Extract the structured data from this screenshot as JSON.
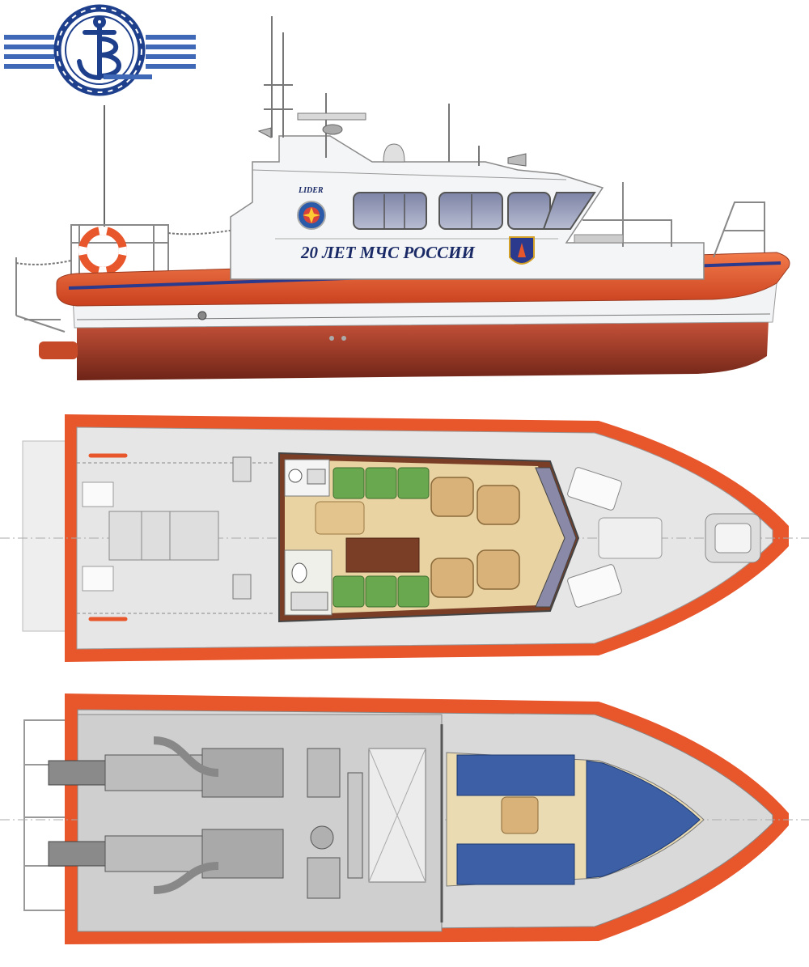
{
  "logo": {
    "name": "anchor-emblem",
    "color": "#1e3f8c"
  },
  "side_view": {
    "boat_name": "LIDER",
    "slogan": "20 ЛЕТ  МЧС  РОССИИ",
    "colors": {
      "fender": "#e8562c",
      "hull_bottom": "#b2402a",
      "hull_white": "#f2f3f5",
      "stripe": "#2b3a8c"
    }
  },
  "deck_plan": {
    "fender_color": "#e8562c",
    "deck_color": "#e6e6e6",
    "cabin_floor_color": "#e9d3a3",
    "seat_color": "#6aa84f",
    "chair_color": "#d9b27a",
    "table_color": "#7a3e26"
  },
  "lower_plan": {
    "fender_color": "#e8562c",
    "engine_room_color": "#cfcfcf",
    "berth_color": "#3c5fa6",
    "floor_color": "#eadbb2"
  }
}
